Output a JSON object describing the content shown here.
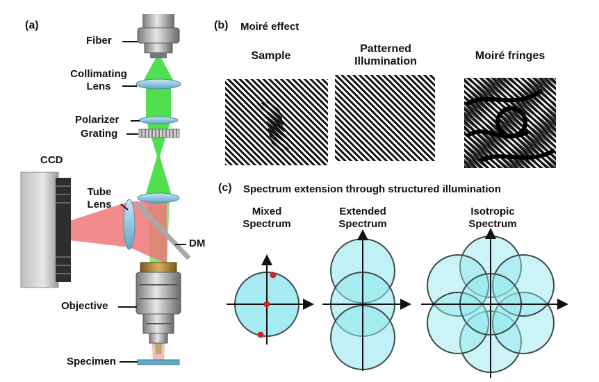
{
  "panel_a": {
    "tag": "(a)",
    "labels": {
      "fiber": "Fiber",
      "collimating_lens": "Collimating\nLens",
      "polarizer": "Polarizer",
      "grating": "Grating",
      "ccd": "CCD",
      "tube_lens": "Tube\nLens",
      "dm": "DM",
      "objective": "Objective",
      "specimen": "Specimen"
    }
  },
  "panel_b": {
    "tag": "(b)",
    "title": "Moiré effect",
    "captions": [
      "Sample",
      "Patterned\nIllumination",
      "Moiré fringes"
    ]
  },
  "panel_c": {
    "tag": "(c)",
    "title": "Spectrum extension through structured illumination",
    "captions": [
      "Mixed\nSpectrum",
      "Extended\nSpectrum",
      "Isotropic\nSpectrum"
    ]
  },
  "colors": {
    "green_beam": "#3ddc3d",
    "red_beam": "#f07878",
    "lens_blue": "#8ec5dc",
    "circle_fill": "#8ee6ee",
    "circle_stroke": "#3c4a4a",
    "dot": "#d62020"
  }
}
